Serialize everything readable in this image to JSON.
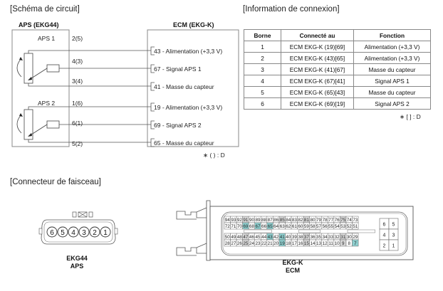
{
  "circuit": {
    "title": "[Schéma de circuit]",
    "aps_header": "APS (EKG44)",
    "ecm_header": "ECM (EKG-K)",
    "sensors": [
      {
        "name": "APS 1",
        "wires": [
          {
            "pin": "2(5)",
            "ecm_label": "43 - Alimentation (+3,3 V)"
          },
          {
            "pin": "4(3)",
            "ecm_label": "67 - Signal APS 1"
          },
          {
            "pin": "3(4)",
            "ecm_label": "41 - Masse du capteur"
          }
        ]
      },
      {
        "name": "APS 2",
        "wires": [
          {
            "pin": "1(6)",
            "ecm_label": "19 - Alimentation (+3,3 V)"
          },
          {
            "pin": "6(1)",
            "ecm_label": "69 - Signal APS 2"
          },
          {
            "pin": "5(2)",
            "ecm_label": "65 - Masse du capteur"
          }
        ]
      }
    ],
    "note": "∗ (   ) : D"
  },
  "connection_info": {
    "title": "[Information de connexion]",
    "columns": [
      "Borne",
      "Connecté au",
      "Fonction"
    ],
    "rows": [
      [
        "1",
        "ECM EKG-K (19)[69]",
        "Alimentation (+3,3 V)"
      ],
      [
        "2",
        "ECM EKG-K (43)[65]",
        "Alimentation (+3,3 V)"
      ],
      [
        "3",
        "ECM EKG-K (41)[67]",
        "Masse du capteur"
      ],
      [
        "4",
        "ECM EKG-K (67)[41]",
        "Signal APS 1"
      ],
      [
        "5",
        "ECM EKG-K (65)[43]",
        "Masse du capteur"
      ],
      [
        "6",
        "ECM EKG-K (69)[19]",
        "Signal APS 2"
      ]
    ],
    "note": "∗ [   ] : D"
  },
  "harness": {
    "title": "[Connecteur de faisceau]",
    "aps_connector": {
      "pins": [
        "6",
        "5",
        "4",
        "3",
        "2",
        "1"
      ],
      "caption_line1": "EKG44",
      "caption_line2": "APS"
    },
    "ecm_connector": {
      "rows": [
        [
          "94",
          "93",
          "92",
          "91",
          "90",
          "89",
          "88",
          "87",
          "86",
          "85",
          "84",
          "83",
          "82",
          "81",
          "80",
          "79",
          "78",
          "77",
          "76",
          "75",
          "74",
          "73"
        ],
        [
          "72",
          "71",
          "70",
          "69",
          "68",
          "67",
          "66",
          "65",
          "64",
          "63",
          "62",
          "61",
          "60",
          "59",
          "58",
          "57",
          "56",
          "55",
          "54",
          "53",
          "52",
          "51"
        ],
        [
          "50",
          "49",
          "48",
          "47",
          "46",
          "45",
          "44",
          "43",
          "42",
          "41",
          "40",
          "39",
          "38",
          "37",
          "36",
          "35",
          "34",
          "33",
          "32",
          "31",
          "30",
          "29"
        ],
        [
          "28",
          "27",
          "26",
          "25",
          "24",
          "23",
          "22",
          "21",
          "20",
          "19",
          "18",
          "17",
          "16",
          "15",
          "14",
          "13",
          "12",
          "11",
          "10",
          "9",
          "8",
          "7"
        ]
      ],
      "small_block": [
        [
          "6",
          "5"
        ],
        [
          "4",
          "3"
        ],
        [
          "2",
          "1"
        ]
      ],
      "highlighted": [
        "69",
        "67",
        "65",
        "43",
        "41",
        "19",
        "7"
      ],
      "shaded": [
        "91",
        "85",
        "81",
        "75",
        "47",
        "25",
        "37",
        "15",
        "31",
        "9"
      ],
      "highlight_color": "#8ecfcf",
      "shade_color": "#d8d8d8",
      "caption_line1": "EKG-K",
      "caption_line2": "ECM"
    }
  }
}
